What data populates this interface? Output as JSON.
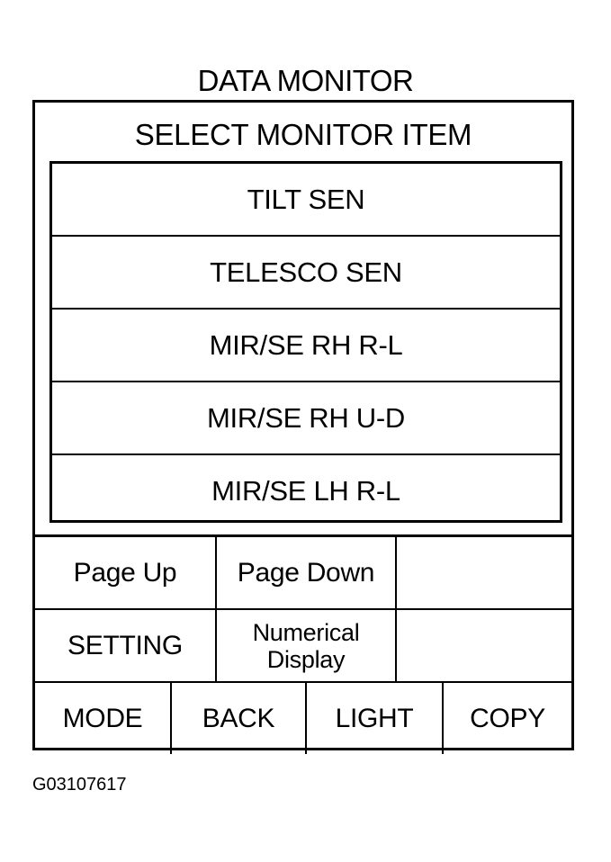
{
  "title": "DATA MONITOR",
  "header": "SELECT MONITOR ITEM",
  "items": [
    {
      "label": "TILT SEN"
    },
    {
      "label": "TELESCO SEN"
    },
    {
      "label": "MIR/SE RH R-L"
    },
    {
      "label": "MIR/SE RH U-D"
    },
    {
      "label": "MIR/SE LH R-L"
    }
  ],
  "buttons": {
    "page_up": "Page Up",
    "page_down": "Page Down",
    "setting": "SETTING",
    "numerical_line1": "Numerical",
    "numerical_line2": "Display",
    "mode": "MODE",
    "back": "BACK",
    "light": "LIGHT",
    "copy": "COPY"
  },
  "figure_id": "G03107617"
}
